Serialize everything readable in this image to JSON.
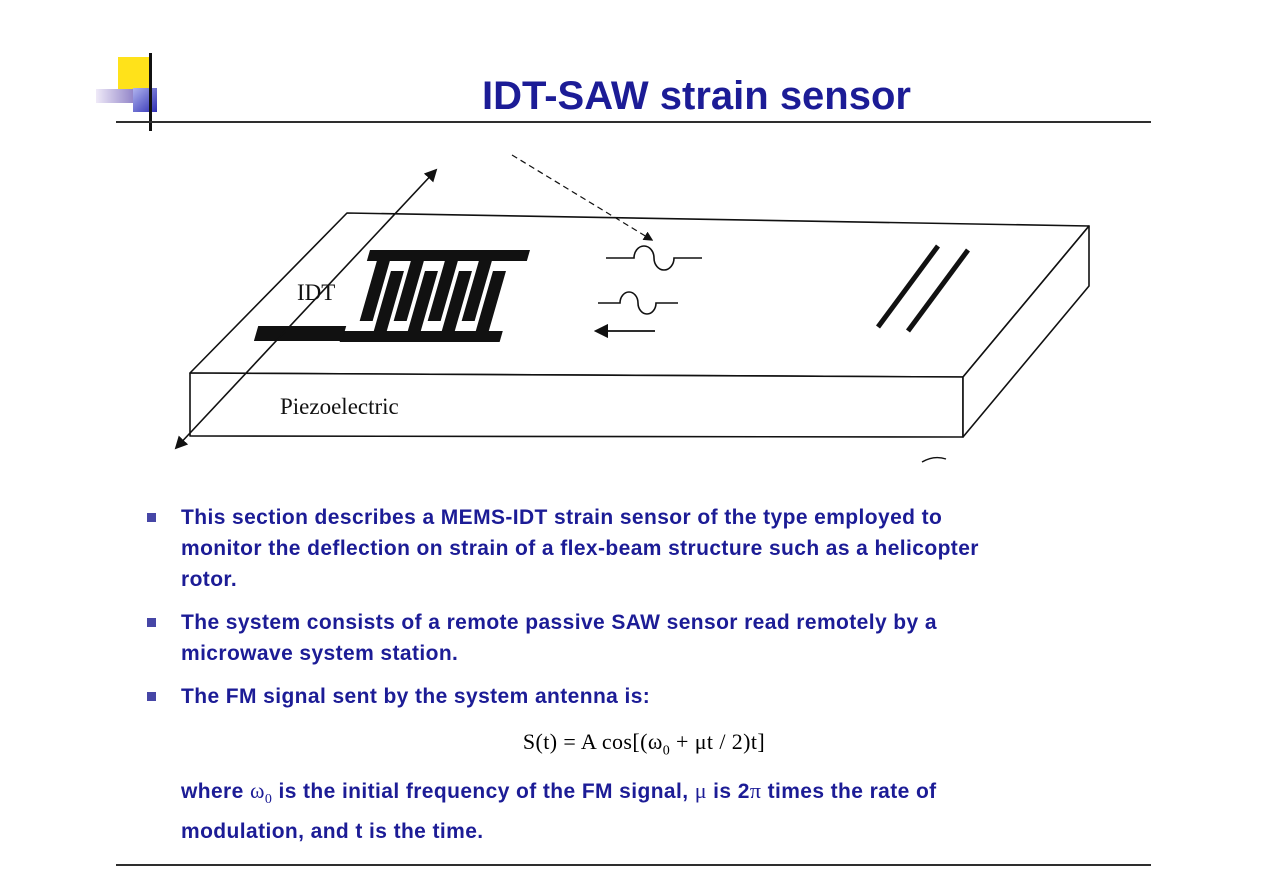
{
  "slide": {
    "title": "IDT-SAW strain sensor"
  },
  "colors": {
    "title_text": "#1c1c96",
    "body_text": "#1c1c96",
    "bullet_marker": "#4646a6",
    "accent_yellow": "#ffe21a",
    "accent_blue": "#2e2eb4",
    "diagram_ink": "#111111"
  },
  "diagram": {
    "idt_label": "IDT",
    "substrate_label": "Piezoelectric"
  },
  "bullets": [
    {
      "lines": [
        "This section describes a MEMS-IDT strain sensor of the type employed to",
        "monitor the deflection on strain of a flex-beam structure such as a helicopter",
        "rotor."
      ]
    },
    {
      "lines": [
        "The system consists of a remote passive SAW sensor read remotely by a",
        "microwave system station."
      ]
    },
    {
      "lines": [
        "The FM signal sent by the system antenna is:"
      ]
    }
  ],
  "formula": {
    "seg1": "S(t) = A cos[(",
    "omega": "ω",
    "sub": "0",
    "seg2": " + ",
    "mu": "μ",
    "seg3": "t / 2)t]"
  },
  "where": {
    "seg1": "where ",
    "omega": "ω",
    "omega_sub": "0",
    "seg2": " is the initial frequency of the FM signal, ",
    "mu": "μ",
    "seg3": " is 2",
    "pi": "π",
    "seg4": " times the rate of",
    "line2": "modulation, and t is the time."
  }
}
